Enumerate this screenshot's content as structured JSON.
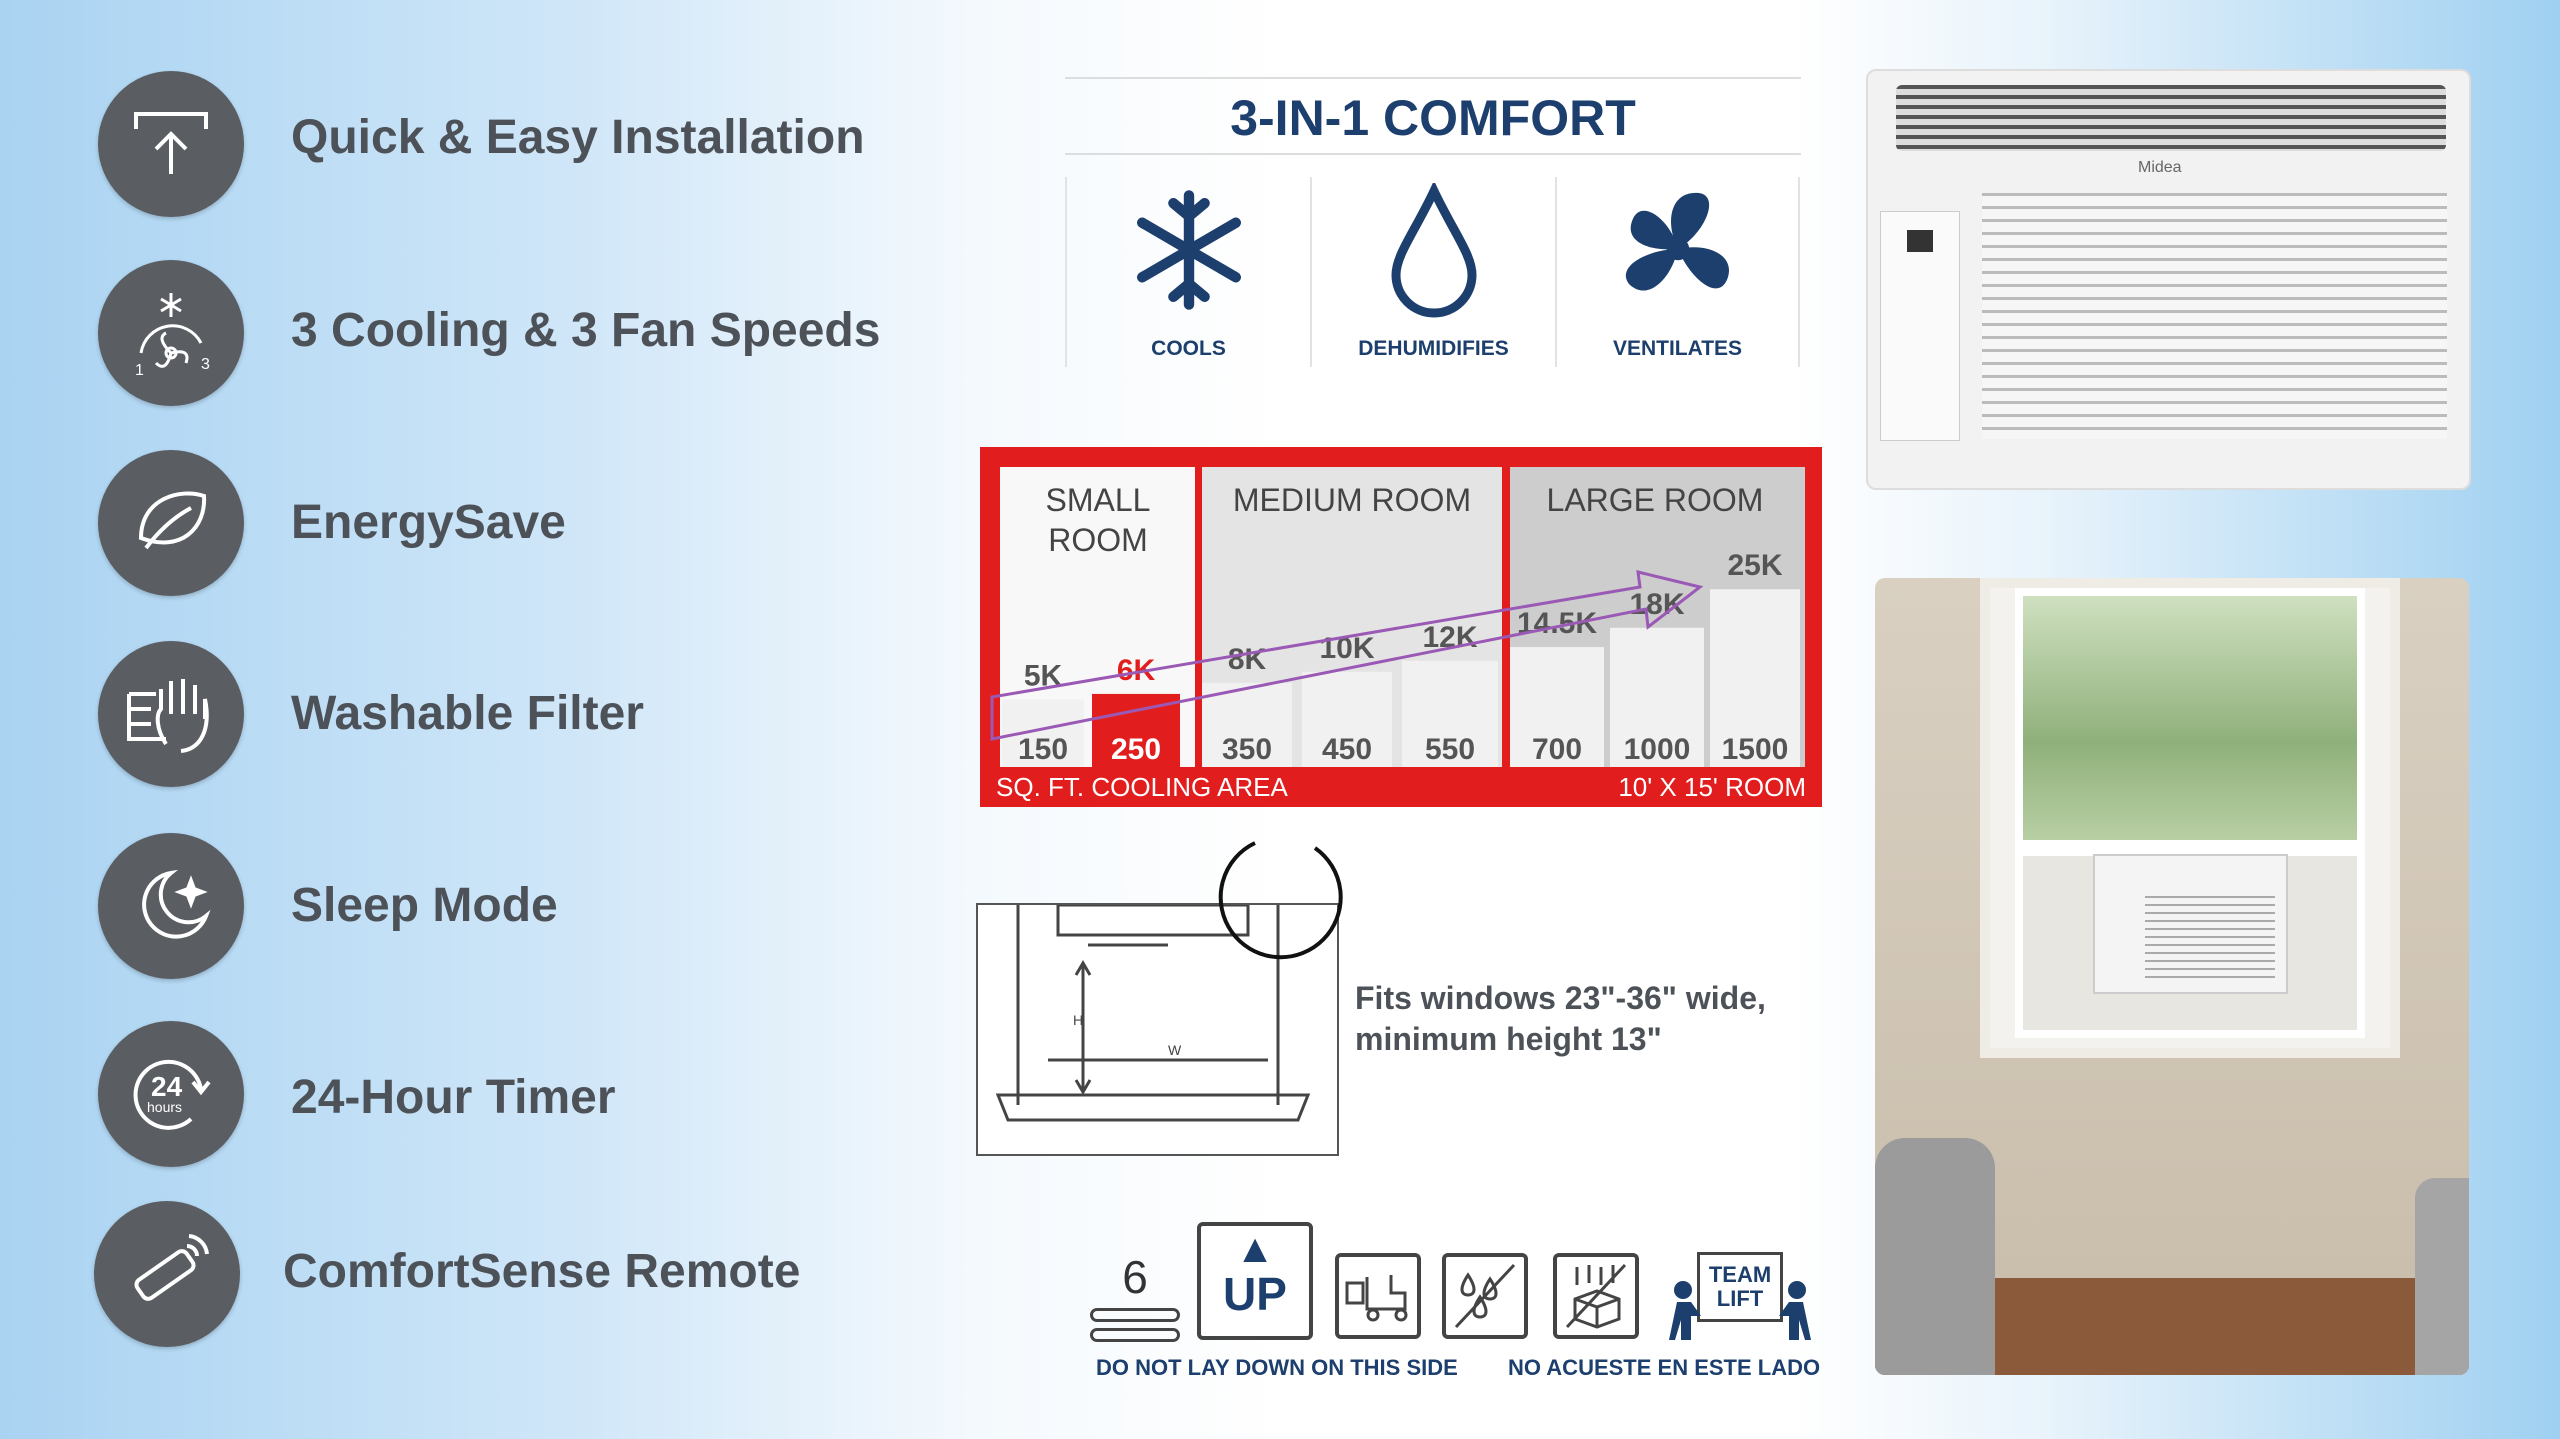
{
  "features": [
    {
      "label": "Quick & Easy Installation",
      "icon": "install-arrow-icon"
    },
    {
      "label": "3 Cooling & 3 Fan Speeds",
      "icon": "fan-speed-icon"
    },
    {
      "label": "EnergySave",
      "icon": "leaf-icon"
    },
    {
      "label": "Washable Filter",
      "icon": "hand-filter-icon"
    },
    {
      "label": "Sleep Mode",
      "icon": "moon-icon"
    },
    {
      "label": "24-Hour Timer",
      "icon": "timer-icon",
      "icon_text": "24",
      "icon_sub": "hours"
    },
    {
      "label": "ComfortSense Remote",
      "icon": "remote-icon"
    }
  ],
  "fan_icon_text": {
    "low": "1",
    "high": "3"
  },
  "comfort": {
    "title": "3-IN-1 COMFORT",
    "modes": [
      {
        "label": "COOLS"
      },
      {
        "label": "DEHUMIDIFIES"
      },
      {
        "label": "VENTILATES"
      }
    ]
  },
  "chart_data": {
    "type": "bar",
    "title": "BTU by room size",
    "groups": [
      "SMALL ROOM",
      "MEDIUM ROOM",
      "LARGE ROOM"
    ],
    "group_lines": {
      "small": [
        "SMALL",
        "ROOM"
      ]
    },
    "categories": [
      "150",
      "250",
      "350",
      "450",
      "550",
      "700",
      "1000",
      "1500"
    ],
    "values": [
      5,
      6,
      8,
      10,
      12,
      14.5,
      18,
      25
    ],
    "value_labels": [
      "5K",
      "6K",
      "8K",
      "10K",
      "12K",
      "14.5K",
      "18K",
      "25K"
    ],
    "group_index": [
      0,
      0,
      1,
      1,
      1,
      2,
      2,
      2
    ],
    "highlight_index": 1,
    "xlabel": "SQ. FT. COOLING AREA",
    "note": "10' X 15' ROOM",
    "ylim": [
      0,
      27
    ],
    "colors": {
      "frame": "#e21d1d",
      "highlight": "#e21d1d",
      "bar": "#f1f1f1",
      "arrow": "#9b59b6"
    }
  },
  "window": {
    "line1": "Fits windows 23\"-36\" wide,",
    "line2": "minimum height 13\"",
    "h": "H",
    "w": "W"
  },
  "packaging": {
    "stack": "6",
    "up": "UP",
    "team": "TEAM",
    "lift": "LIFT",
    "label_en": "DO NOT LAY DOWN ON THIS SIDE",
    "label_es": "NO ACUESTE EN ESTE LADO"
  },
  "product": {
    "brand": "Midea"
  }
}
